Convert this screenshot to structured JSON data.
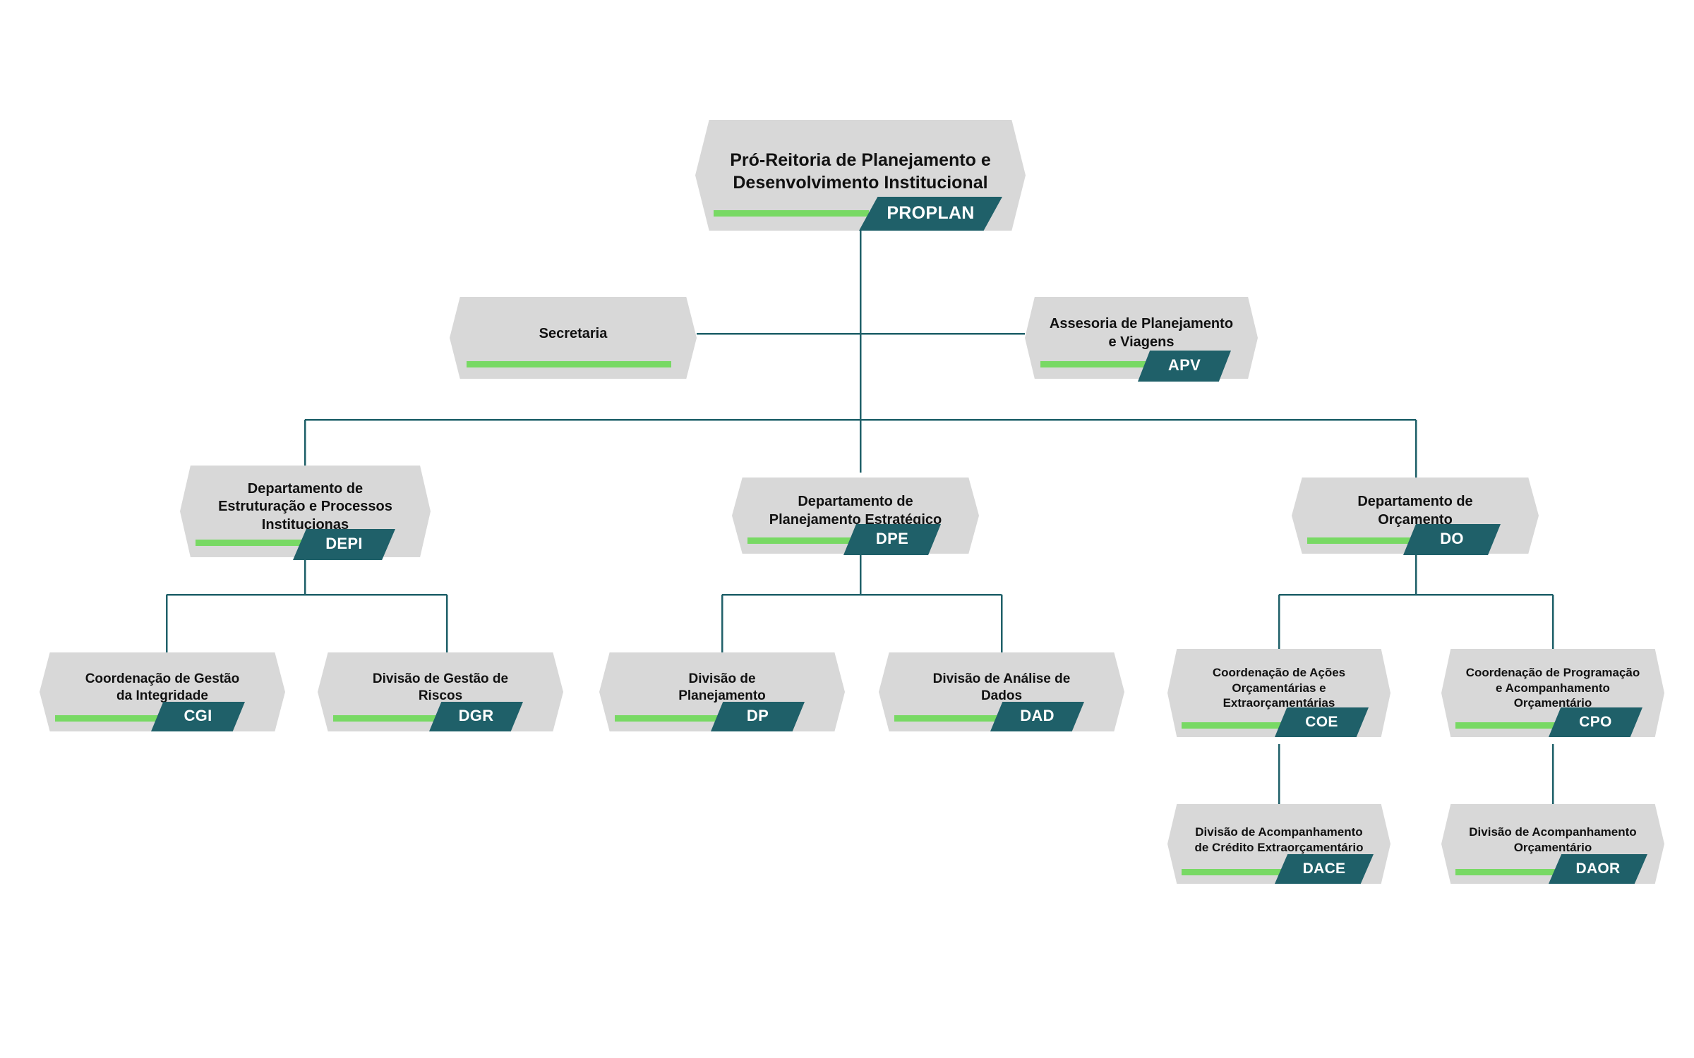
{
  "chart_type": "organization-chart",
  "language": "pt-BR",
  "theme": {
    "background": "#ffffff",
    "node_fill": "#d8d8d8",
    "node_text": "#111111",
    "badge_fill": "#1f6069",
    "badge_text": "#ffffff",
    "accent_green": "#78d964",
    "connector": "#1f6069"
  },
  "nodes": {
    "proplan": {
      "title": "Pró-Reitoria de Planejamento e\nDesenvolvimento Institucional",
      "acronym": "PROPLAN"
    },
    "secretaria": {
      "title": "Secretaria",
      "acronym": ""
    },
    "apv": {
      "title": "Assesoria de Planejamento\ne Viagens",
      "acronym": "APV"
    },
    "depi": {
      "title": "Departamento de\nEstruturação e Processos\nInstitucionas",
      "acronym": "DEPI"
    },
    "dpe": {
      "title": "Departamento de\nPlanejamento Estratégico",
      "acronym": "DPE"
    },
    "do": {
      "title": "Departamento de\nOrçamento",
      "acronym": "DO"
    },
    "cgi": {
      "title": "Coordenação de Gestão\nda Integridade",
      "acronym": "CGI"
    },
    "dgr": {
      "title": "Divisão de Gestão de\nRiscos",
      "acronym": "DGR"
    },
    "dp": {
      "title": "Divisão de\nPlanejamento",
      "acronym": "DP"
    },
    "dad": {
      "title": "Divisão de Análise de\nDados",
      "acronym": "DAD"
    },
    "coe": {
      "title": "Coordenação de Ações\nOrçamentárias  e\nExtraorçamentárias",
      "acronym": "COE"
    },
    "cpo": {
      "title": "Coordenação de Programação\ne Acompanhamento\nOrçamentário",
      "acronym": "CPO"
    },
    "dace": {
      "title": "Divisão de Acompanhamento\nde Crédito Extraorçamentário",
      "acronym": "DACE"
    },
    "daor": {
      "title": "Divisão de Acompanhamento\nOrçamentário",
      "acronym": "DAOR"
    }
  },
  "hierarchy": [
    {
      "id": "proplan",
      "level": 0,
      "parent": null
    },
    {
      "id": "secretaria",
      "level": 1,
      "parent": "proplan"
    },
    {
      "id": "apv",
      "level": 1,
      "parent": "proplan"
    },
    {
      "id": "depi",
      "level": 2,
      "parent": "proplan"
    },
    {
      "id": "dpe",
      "level": 2,
      "parent": "proplan"
    },
    {
      "id": "do",
      "level": 2,
      "parent": "proplan"
    },
    {
      "id": "cgi",
      "level": 3,
      "parent": "depi"
    },
    {
      "id": "dgr",
      "level": 3,
      "parent": "depi"
    },
    {
      "id": "dp",
      "level": 3,
      "parent": "dpe"
    },
    {
      "id": "dad",
      "level": 3,
      "parent": "dpe"
    },
    {
      "id": "coe",
      "level": 3,
      "parent": "do"
    },
    {
      "id": "cpo",
      "level": 3,
      "parent": "do"
    },
    {
      "id": "dace",
      "level": 4,
      "parent": "coe"
    },
    {
      "id": "daor",
      "level": 4,
      "parent": "cpo"
    }
  ]
}
